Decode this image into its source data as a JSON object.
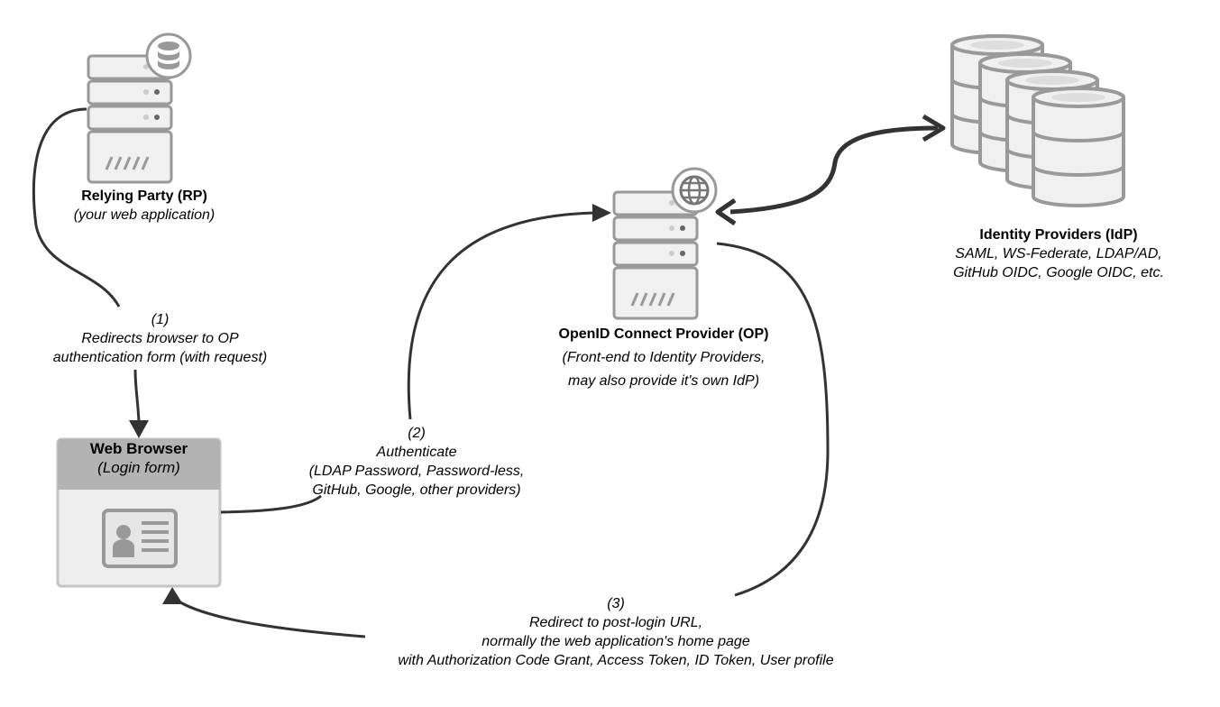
{
  "rp": {
    "title": "Relying Party (RP)",
    "subtitle": "(your web application)"
  },
  "op": {
    "title": "OpenID Connect Provider (OP)",
    "subtitle_1": "(Front-end to Identity Providers,",
    "subtitle_2": "may also provide it's own IdP)"
  },
  "idp": {
    "title": "Identity Providers (IdP)",
    "line_1": "SAML, WS-Federate, LDAP/AD,",
    "line_2": "GitHub OIDC, Google OIDC, etc."
  },
  "browser": {
    "title": "Web Browser",
    "subtitle": "(Login form)"
  },
  "step1": {
    "num": "(1)",
    "line_1": "Redirects browser to OP",
    "line_2": "authentication form (with request)"
  },
  "step2": {
    "num": "(2)",
    "line_1": "Authenticate",
    "line_2": "(LDAP Password, Password-less,",
    "line_3": "GitHub, Google, other providers)"
  },
  "step3": {
    "num": "(3)",
    "line_1": "Redirect to post-login URL,",
    "line_2": "normally the web application's home page",
    "line_3": "with Authorization Code Grant, Access Token, ID Token, User profile"
  },
  "icons": {
    "rp_server": "server-icon",
    "rp_badge": "database-icon",
    "op_server": "server-icon",
    "op_badge": "globe-icon",
    "idp_stack": "database-stack-icon",
    "login_card": "id-card-icon"
  },
  "colors": {
    "line": "#333333",
    "server_fill": "#f0f0f0",
    "server_stroke": "#999999",
    "header_fill": "#b3b3b3"
  }
}
